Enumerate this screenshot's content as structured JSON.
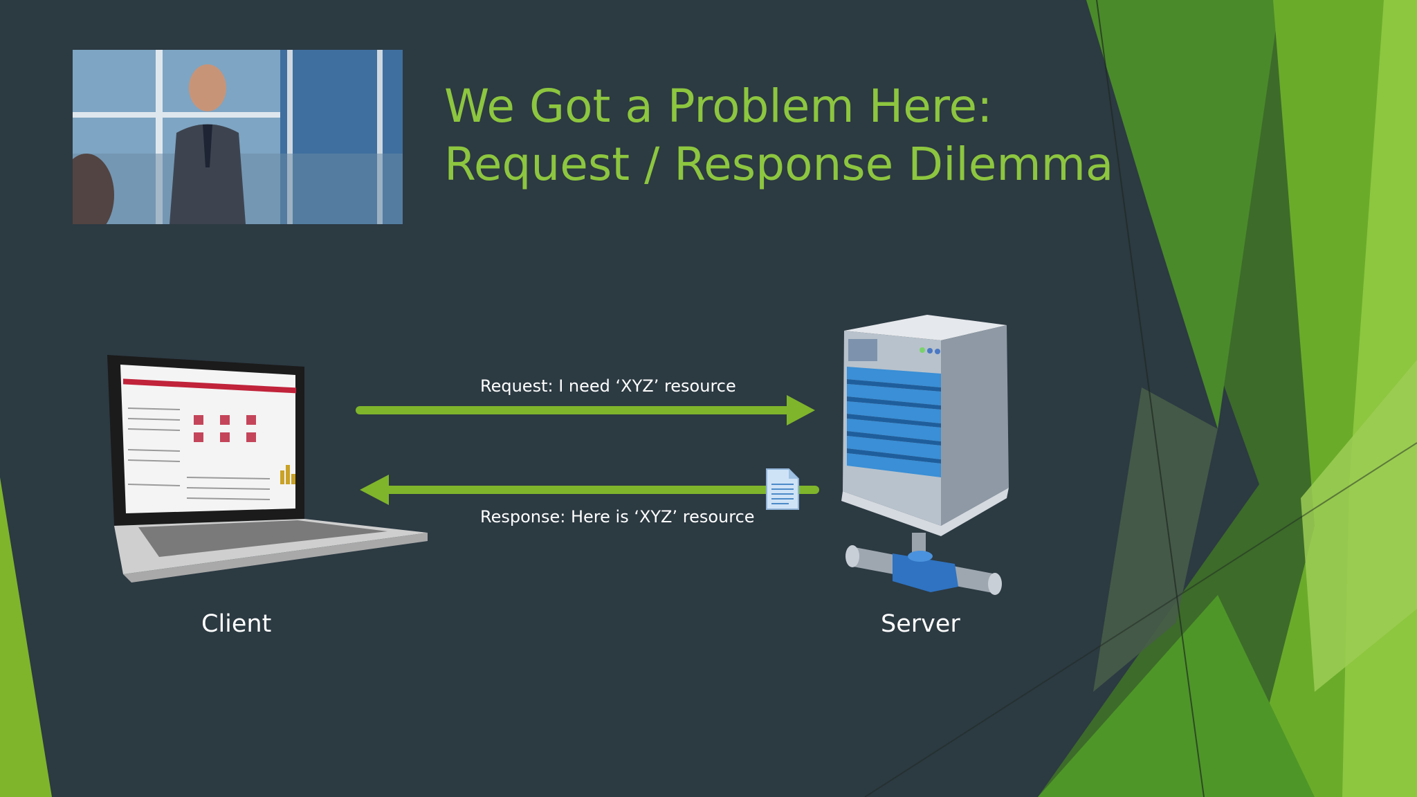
{
  "slide": {
    "title_line1": "We Got a Problem Here:",
    "title_line2": "Request / Response Dilemma"
  },
  "diagram": {
    "request_label": "Request: I need ‘XYZ’ resource",
    "response_label": "Response: Here is ‘XYZ’ resource",
    "client_label": "Client",
    "server_label": "Server"
  },
  "colors": {
    "background": "#2c3a42",
    "accent": "#8dc63f",
    "arrow": "#7fb52b"
  }
}
